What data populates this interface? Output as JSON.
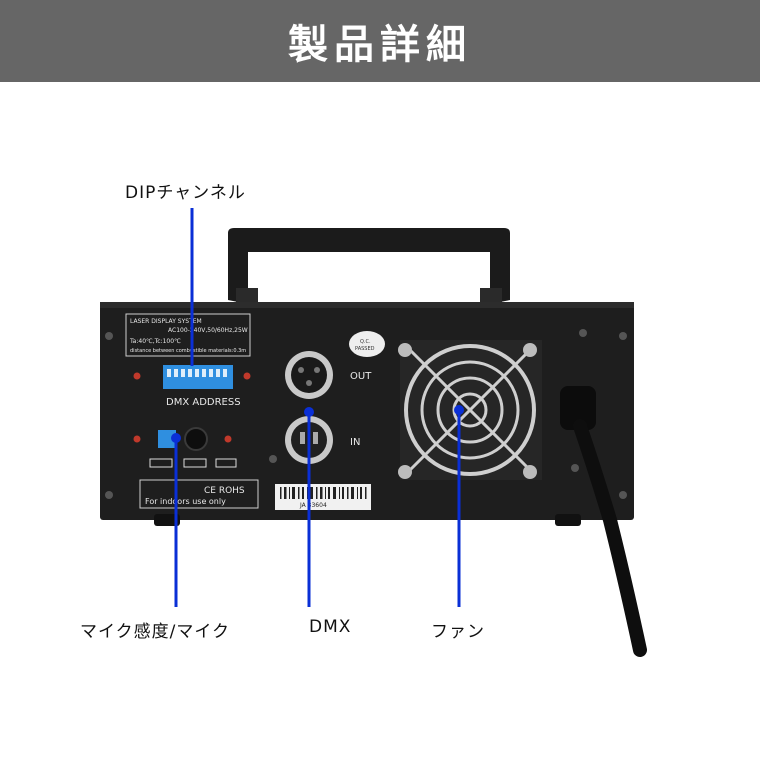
{
  "header": {
    "title": "製品詳細"
  },
  "colors": {
    "accent_line": "#0a2fd6",
    "header_bg": "#666666"
  },
  "callouts": {
    "dip": "DIPチャンネル",
    "mic": "マイク感度/マイク",
    "dmx": "DMX",
    "fan": "ファン"
  },
  "device": {
    "panel_lines": [
      "LASER DISPLAY SYSTEM",
      "AC100-240V,50/60Hz,25W",
      "Ta:40℃,Tc:100℃",
      "distance between combustible materials:0.3m"
    ],
    "dmx_address_label": "DMX ADDRESS",
    "out_label": "OUT",
    "in_label": "IN",
    "qc_badge": [
      "Q.C.",
      "PASSED"
    ],
    "cert_text": "CE ROHS",
    "indoor_text": "For indoors use only",
    "serial_text": "JA 33604"
  }
}
